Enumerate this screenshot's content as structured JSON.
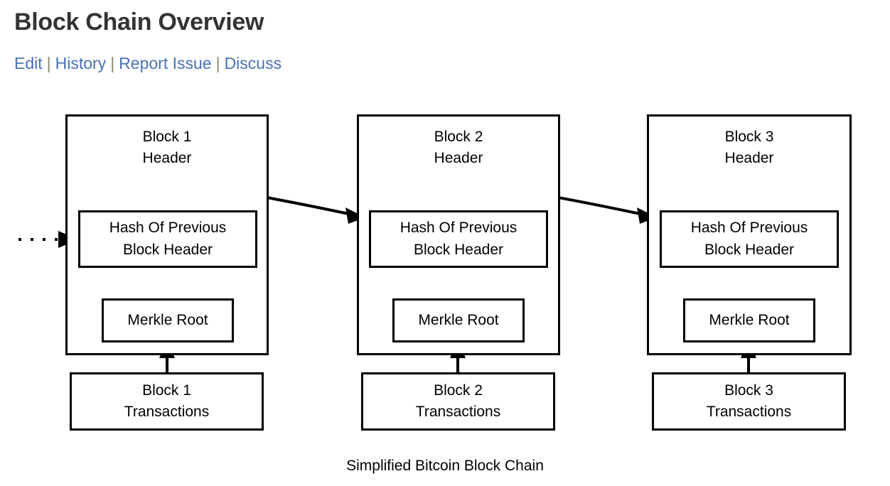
{
  "header": {
    "title": "Block Chain Overview",
    "links": [
      {
        "label": "Edit"
      },
      {
        "label": "History"
      },
      {
        "label": "Report Issue"
      },
      {
        "label": "Discuss"
      }
    ],
    "separator": "|",
    "link_color": "#4a72b5",
    "title_color": "#333333"
  },
  "diagram": {
    "caption": "Simplified Bitcoin Block Chain",
    "line_color": "#000000",
    "blocks": [
      {
        "header_label": "Block 1\nHeader",
        "hash_label": "Hash Of Previous\nBlock Header",
        "merkle_label": "Merkle Root",
        "transactions_label": "Block 1\nTransactions"
      },
      {
        "header_label": "Block 2\nHeader",
        "hash_label": "Hash Of Previous\nBlock Header",
        "merkle_label": "Merkle Root",
        "transactions_label": "Block 2\nTransactions"
      },
      {
        "header_label": "Block 3\nHeader",
        "hash_label": "Hash Of Previous\nBlock Header",
        "merkle_label": "Merkle Root",
        "transactions_label": "Block 3\nTransactions"
      }
    ]
  }
}
